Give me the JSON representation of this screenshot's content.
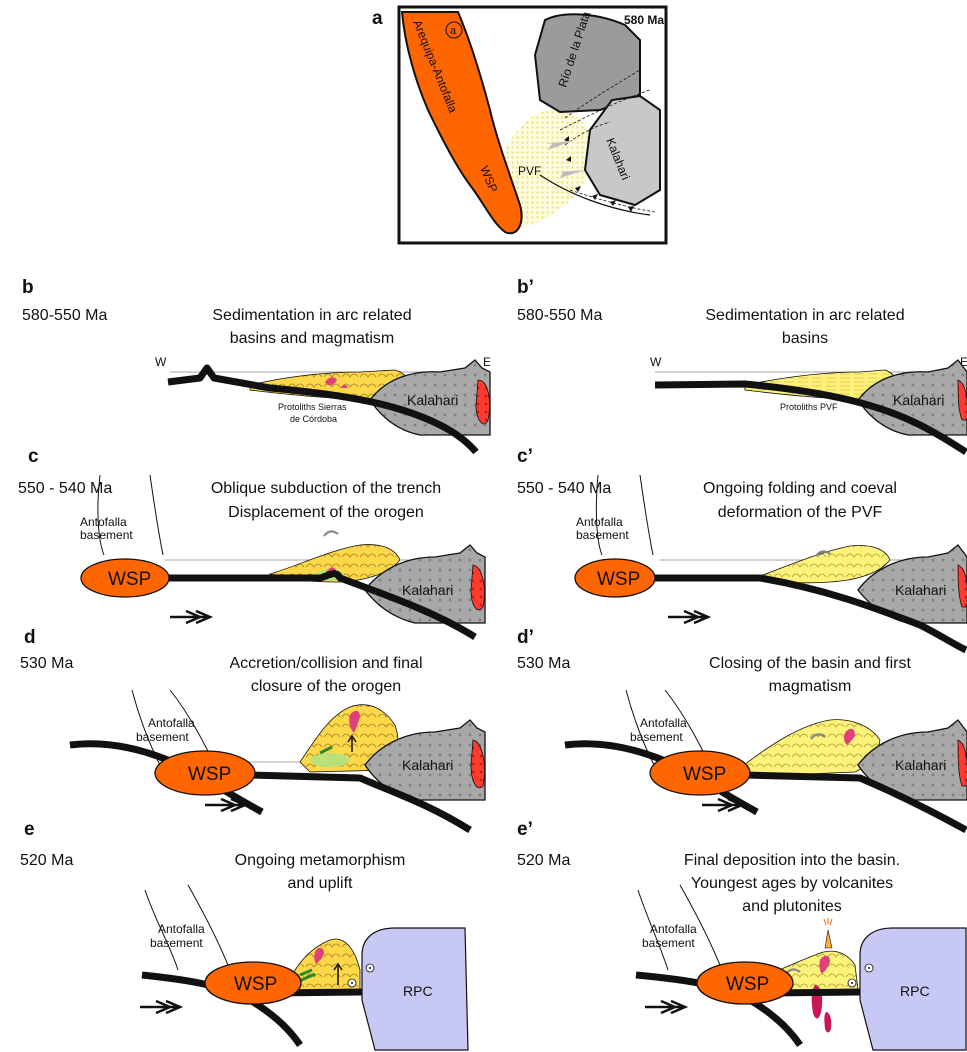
{
  "map_a": {
    "letter": "a",
    "age": "580 Ma",
    "circle_label": "a",
    "labels": {
      "arequipa": "Arequipa-Antofalla",
      "wsp": "WSP",
      "pvf": "PVF",
      "rio": "Río de la Plata",
      "kalahari": "Kalahari"
    },
    "colors": {
      "orange": "#ff6600",
      "dark_gray": "#9b9b9b",
      "light_gray": "#c8c8c8",
      "yellow_dots": "#f4ef8a"
    }
  },
  "panels": {
    "b": {
      "letter": "b",
      "age": "580-550 Ma",
      "caption1": "Sedimentation in arc related",
      "caption2": "basins and magmatism",
      "w": "W",
      "e": "E",
      "unit": "Kalahari",
      "note1": "Protoliths Sierras",
      "note2": "de Córdoba"
    },
    "b2": {
      "letter": "b’",
      "age": "580-550 Ma",
      "caption1": "Sedimentation in arc related",
      "caption2": "basins",
      "w": "W",
      "e": "E",
      "unit": "Kalahari",
      "note1": "Protoliths PVF"
    },
    "c": {
      "letter": "c",
      "age": "550 - 540 Ma",
      "caption1": "Oblique subduction of the trench",
      "caption2": "Displacement of the orogen",
      "basement1": "Antofalla",
      "basement2": "basement",
      "wsp": "WSP",
      "unit": "Kalahari"
    },
    "c2": {
      "letter": "c’",
      "age": "550 - 540 Ma",
      "caption1": "Ongoing folding and coeval",
      "caption2": "deformation of the PVF",
      "basement1": "Antofalla",
      "basement2": "basement",
      "wsp": "WSP",
      "unit": "Kalahari"
    },
    "d": {
      "letter": "d",
      "age": "530 Ma",
      "caption1": "Accretion/collision and final",
      "caption2": "closure of the orogen",
      "basement1": "Antofalla",
      "basement2": "basement",
      "wsp": "WSP",
      "unit": "Kalahari"
    },
    "d2": {
      "letter": "d’",
      "age": "530 Ma",
      "caption1": "Closing of the basin and first",
      "caption2": "magmatism",
      "basement1": "Antofalla",
      "basement2": "basement",
      "wsp": "WSP",
      "unit": "Kalahari"
    },
    "e": {
      "letter": "e",
      "age": "520 Ma",
      "caption1": "Ongoing metamorphism",
      "caption2": "and uplift",
      "basement1": "Antofalla",
      "basement2": "basement",
      "wsp": "WSP",
      "unit": "RPC"
    },
    "e2": {
      "letter": "e’",
      "age": "520 Ma",
      "caption1": "Final deposition into the basin.",
      "caption2": "Youngest  ages by volcanites",
      "caption3": "and plutonites",
      "basement1": "Antofalla",
      "basement2": "basement",
      "wsp": "WSP",
      "unit": "RPC"
    }
  },
  "colors": {
    "wsp_orange": "#ff6600",
    "basin_yellow": "#fff27a",
    "kalahari_gray": "#a8a8a8",
    "red_core": "#ff3030",
    "rpc_lavender": "#c8c8f4",
    "magma_pink": "#e0407a"
  }
}
